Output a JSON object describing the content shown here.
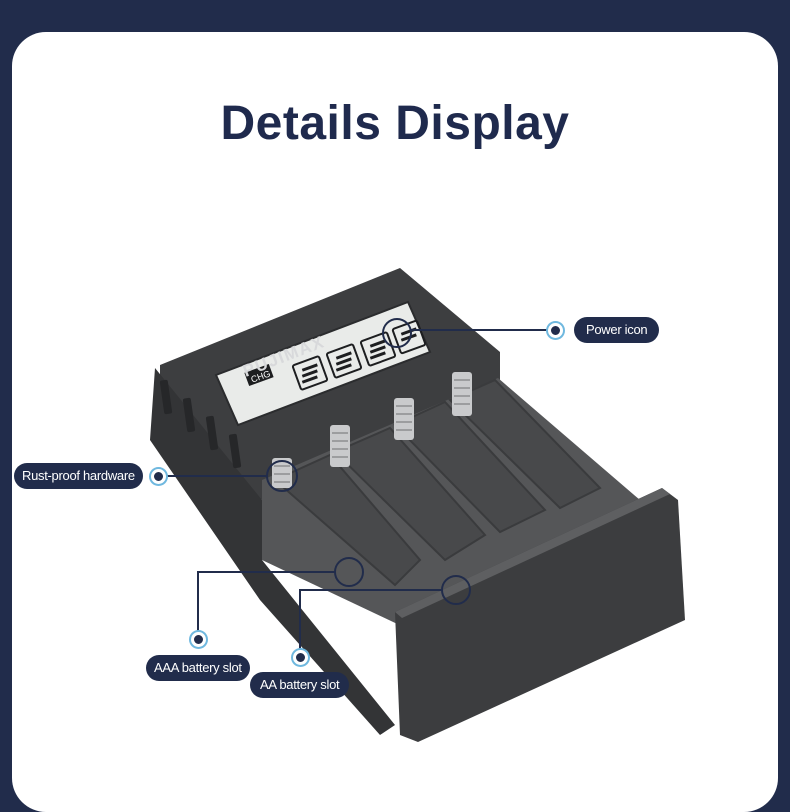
{
  "page": {
    "title": "Details Display",
    "brand": "PUJIMAX",
    "lcd_label": "CHG"
  },
  "callouts": {
    "power_icon": "Power icon",
    "rust_proof": "Rust-proof hardware",
    "aaa_slot": "AAA battery slot",
    "aa_slot": "AA battery slot"
  },
  "colors": {
    "background": "#212c4b",
    "card": "#ffffff",
    "title": "#1f2a4d",
    "device": "#4a4b4d",
    "callout_ring": "#6fb8df"
  }
}
